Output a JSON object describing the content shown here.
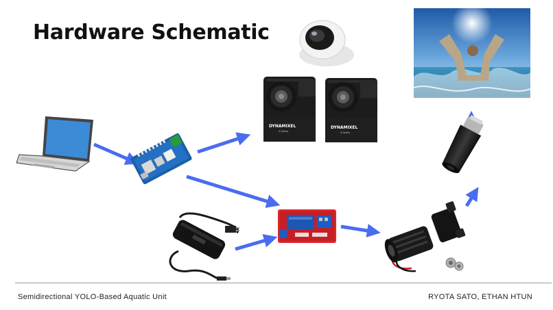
{
  "slide": {
    "title": "Hardware Schematic",
    "footer_left": "Semidirectional YOLO-Based Aquatic Unit",
    "footer_right": "RYOTA SATO, ETHAN HTUN"
  },
  "components": {
    "servo_brand": "DYNAMIXEL",
    "servo_series": "X-Series"
  },
  "colors": {
    "arrow": "#4a6cf0",
    "relay_board": "#d8262c",
    "servo_body": "#1c1c1c",
    "laptop_screen": "#3b8bd6",
    "sky": "#3a78c0",
    "water": "#2f86b0"
  },
  "icons": [
    "laptop-icon",
    "controller-board-icon",
    "servo-motor-icon",
    "fisheye-camera-icon",
    "power-adapter-icon",
    "relay-module-icon",
    "water-pump-icon",
    "spray-nozzle-icon",
    "water-scene-photo"
  ]
}
